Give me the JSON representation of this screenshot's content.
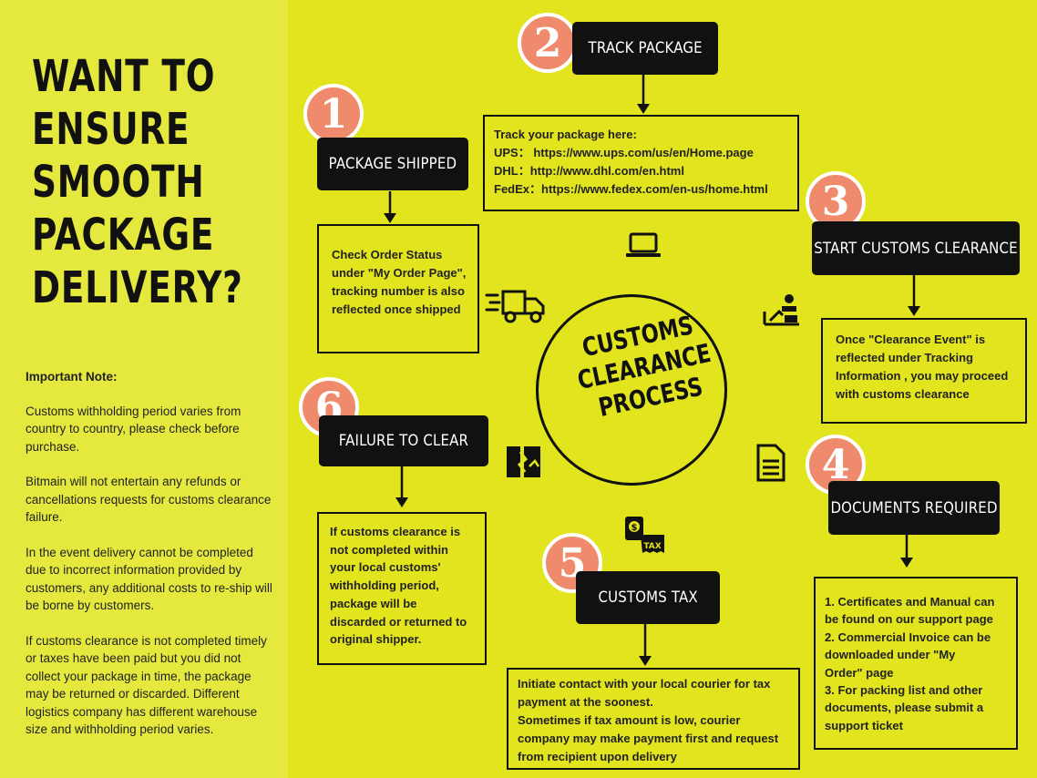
{
  "sidebar": {
    "headline": [
      "WANT TO",
      "ENSURE",
      "SMOOTH",
      "PACKAGE",
      "DELIVERY?"
    ],
    "note_title": "Important Note:",
    "notes": [
      "Customs withholding period varies from country to country, please check before purchase.",
      "Bitmain will not entertain any refunds or cancellations requests for customs clearance failure.",
      "In the event delivery cannot be completed due to incorrect information provided by customers, any additional costs to re-ship will be borne by customers.",
      "If customs clearance  is not completed timely or taxes have been paid but you did not collect your package in time, the package may be returned or discarded. Different logistics company has different warehouse size and withholding period varies."
    ]
  },
  "center_title": [
    "CUSTOMS",
    "CLEARANCE",
    "PROCESS"
  ],
  "steps": [
    {
      "number": "1",
      "label": "PACKAGE SHIPPED",
      "lines": [
        "Check Order Status",
        "under \"My Order Page\",",
        "tracking number is also",
        "reflected once shipped"
      ]
    },
    {
      "number": "2",
      "label": "TRACK PACKAGE",
      "lines": [
        "Track your package here:",
        "UPS： https://www.ups.com/us/en/Home.page",
        "DHL：http://www.dhl.com/en.html",
        "FedEx：https://www.fedex.com/en-us/home.html"
      ]
    },
    {
      "number": "3",
      "label": "START CUSTOMS CLEARANCE",
      "lines": [
        "Once \"Clearance Event\" is",
        "reflected under Tracking",
        "Information , you may proceed",
        "with customs clearance"
      ]
    },
    {
      "number": "4",
      "label": "DOCUMENTS REQUIRED",
      "lines": [
        "1. Certificates and Manual can",
        "be found on our support page",
        "2. Commercial Invoice can be",
        "downloaded under \"My",
        "Order\" page",
        "3. For packing list and other",
        "documents, please submit a",
        "support ticket"
      ]
    },
    {
      "number": "5",
      "label": "CUSTOMS TAX",
      "lines": [
        "Initiate contact with your local courier for tax",
        "payment at the soonest.",
        "Sometimes if tax amount is low, courier",
        "company may make payment first and request",
        "from recipient upon delivery"
      ]
    },
    {
      "number": "6",
      "label": "FAILURE TO CLEAR",
      "lines": [
        "If customs clearance is",
        "not completed within",
        "your local customs'",
        "withholding period,",
        "package will be",
        "discarded or returned to",
        "original shipper."
      ]
    }
  ],
  "icons": {
    "laptop": "laptop-icon",
    "truck": "delivery-truck-icon",
    "customs": "customs-officer-icon",
    "document": "document-icon",
    "tax": "tax-money-icon",
    "failure": "broken-box-icon"
  },
  "colors": {
    "background": "#e2e41e",
    "sidebar": "#e6e93d",
    "label": "#111111",
    "number_badge": "#f08a6c"
  }
}
